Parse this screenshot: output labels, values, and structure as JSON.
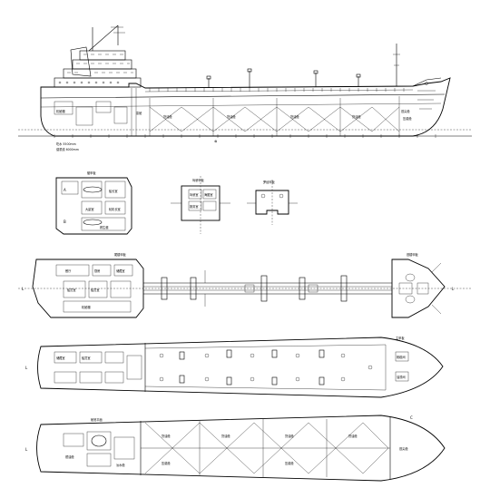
{
  "drawing": {
    "elevation_labels": {
      "freeboard_a": "吃水 5500mm",
      "freeboard_b": "载重线 6000mm",
      "midship_mark": "⊗"
    },
    "deck_titles": {
      "compass_deck": "罗经甲板",
      "bridge_deck": "驾驶甲板",
      "boat_deck": "艇甲板",
      "poop_deck": "尾楼甲板",
      "forecastle_deck": "首楼甲板",
      "main_deck": "主甲板",
      "tank_plan": "舱底平面"
    },
    "room_labels": {
      "wheelhouse": "驾驶室",
      "chart_room": "海图室",
      "radio_room": "报务室",
      "captain": "船长室",
      "chief_eng": "轮机长室",
      "officer": "大副室",
      "mess": "餐厅",
      "galley": "厨房",
      "store": "储藏室",
      "engine_casing": "机舱棚",
      "pump_room": "泵舱",
      "cargo_tank": "货油舱",
      "ballast": "压载舱",
      "fore_peak": "首尖舱",
      "bosun_store": "帆缆间",
      "paint_store": "油漆间",
      "fuel_tank": "燃油舱",
      "fresh_water": "淡水舱",
      "lifeboat": "救生艇",
      "crew": "船员室"
    },
    "section_marks": {
      "A": "A",
      "B": "B",
      "C": "C",
      "L": "L"
    }
  }
}
